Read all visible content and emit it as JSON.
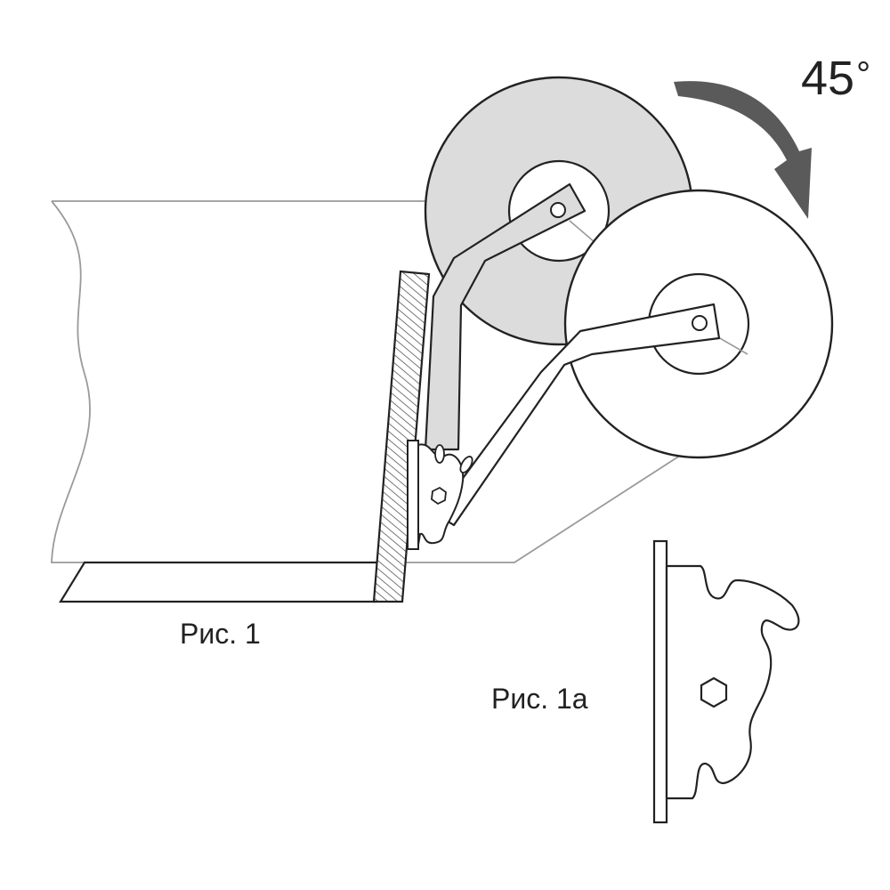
{
  "angle": {
    "value": "45",
    "unit": "°"
  },
  "captions": {
    "fig1": "Рис. 1",
    "fig1a": "Рис. 1а"
  },
  "colors": {
    "stroke": "#222222",
    "wheel_raised": "#dcdcdc",
    "wheel_lowered": "#ffffff",
    "arrow": "#5a5a5a",
    "panel_outline": "#9a9a9a"
  }
}
